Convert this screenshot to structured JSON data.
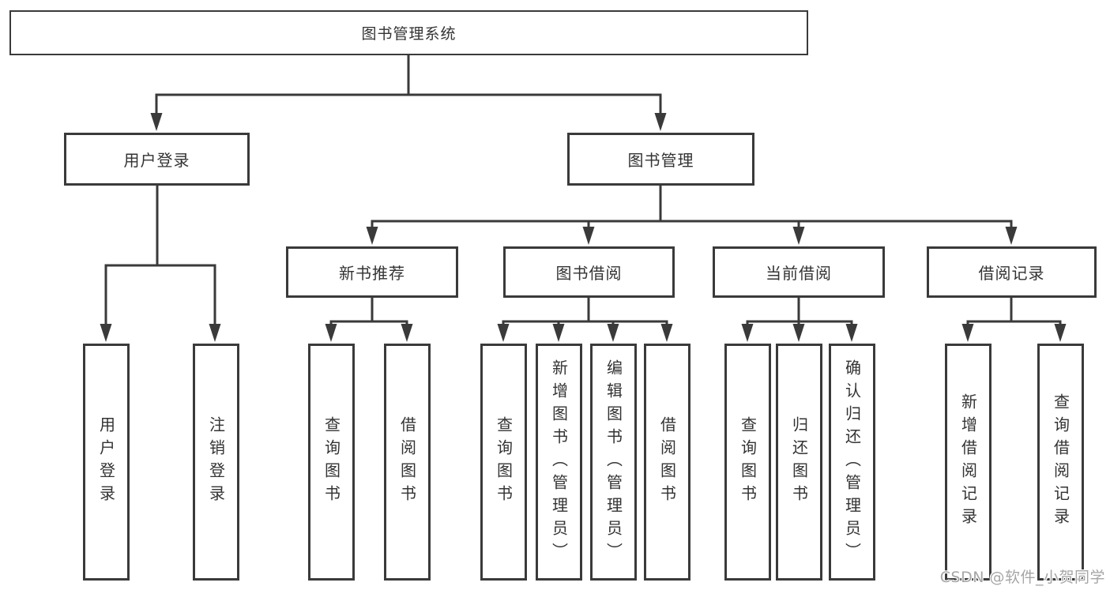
{
  "colors": {
    "line": "#3a3a3a",
    "box_border": "#3a3a3a",
    "text": "#333333",
    "background": "#ffffff",
    "watermark_color": "#a6a6a6"
  },
  "watermark": {
    "text": "CSDN @软件_小贺同学"
  },
  "tree": {
    "root": {
      "label": "图书管理系统",
      "children": [
        {
          "label": "用户登录",
          "children": [
            {
              "label": "用户登录"
            },
            {
              "label": "注销登录"
            }
          ]
        },
        {
          "label": "图书管理",
          "children": [
            {
              "label": "新书推荐",
              "children": [
                {
                  "label": "查询图书"
                },
                {
                  "label": "借阅图书"
                }
              ]
            },
            {
              "label": "图书借阅",
              "children": [
                {
                  "label": "查询图书"
                },
                {
                  "label": "新增图书（管理员）"
                },
                {
                  "label": "编辑图书（管理员）"
                },
                {
                  "label": "借阅图书"
                }
              ]
            },
            {
              "label": "当前借阅",
              "children": [
                {
                  "label": "查询图书"
                },
                {
                  "label": "归还图书"
                },
                {
                  "label": "确认归还（管理员）"
                }
              ]
            },
            {
              "label": "借阅记录",
              "children": [
                {
                  "label": "新增借阅记录"
                },
                {
                  "label": "查询借阅记录"
                }
              ]
            }
          ]
        }
      ]
    }
  }
}
